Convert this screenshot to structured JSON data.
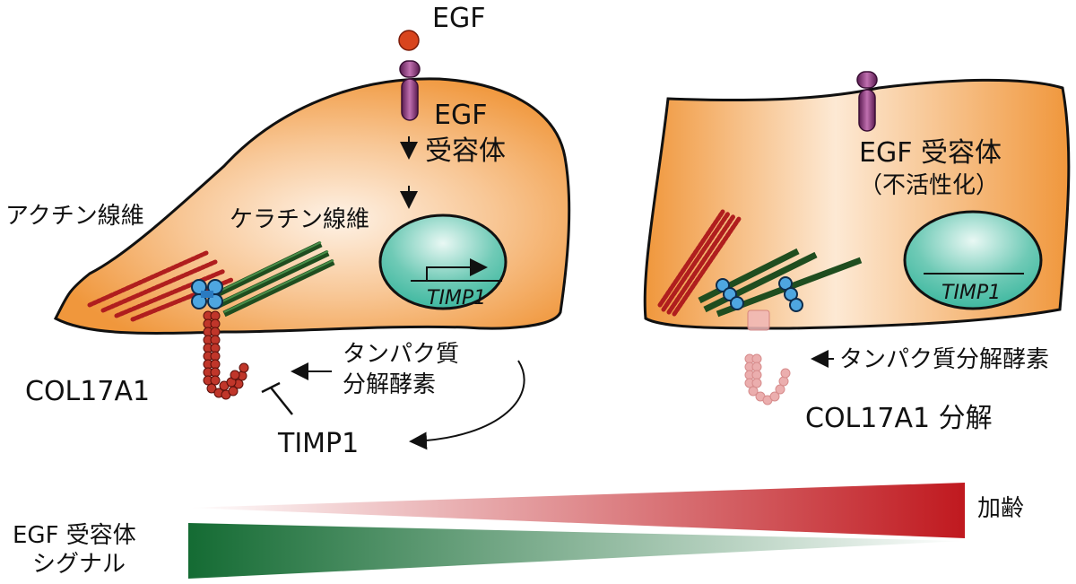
{
  "left": {
    "egf": "EGF",
    "receptor_line1": "EGF",
    "receptor_line2": "受容体",
    "actin": "アクチン線維",
    "keratin": "ケラチン線維",
    "gene": "TIMP1",
    "protease_line1": "タンパク質",
    "protease_line2": "分解酵素",
    "col17": "COL17A1",
    "timp1_protein": "TIMP1"
  },
  "right": {
    "receptor": "EGF 受容体",
    "inactive": "（不活性化）",
    "gene": "TIMP1",
    "protease": "タンパク質分解酵素",
    "col17_degraded": "COL17A1 分解"
  },
  "bottom": {
    "aging": "加齢",
    "egfr_signal_line1": "EGF 受容体",
    "egfr_signal_line2": "シグナル"
  },
  "colors": {
    "cell_fill_edge": "#f0973c",
    "cell_fill_center": "#fef2e6",
    "nucleus": "#3fb8a0",
    "receptor": "#8c2f7c",
    "egf_ligand": "#d8441d",
    "actin": "#b01e1e",
    "keratin": "#2e6b2e",
    "col17": "#c0362a",
    "hemidesmosome": "#4ea6e0",
    "aging_gradient": "#c0191f",
    "egfr_gradient": "#146b33"
  }
}
